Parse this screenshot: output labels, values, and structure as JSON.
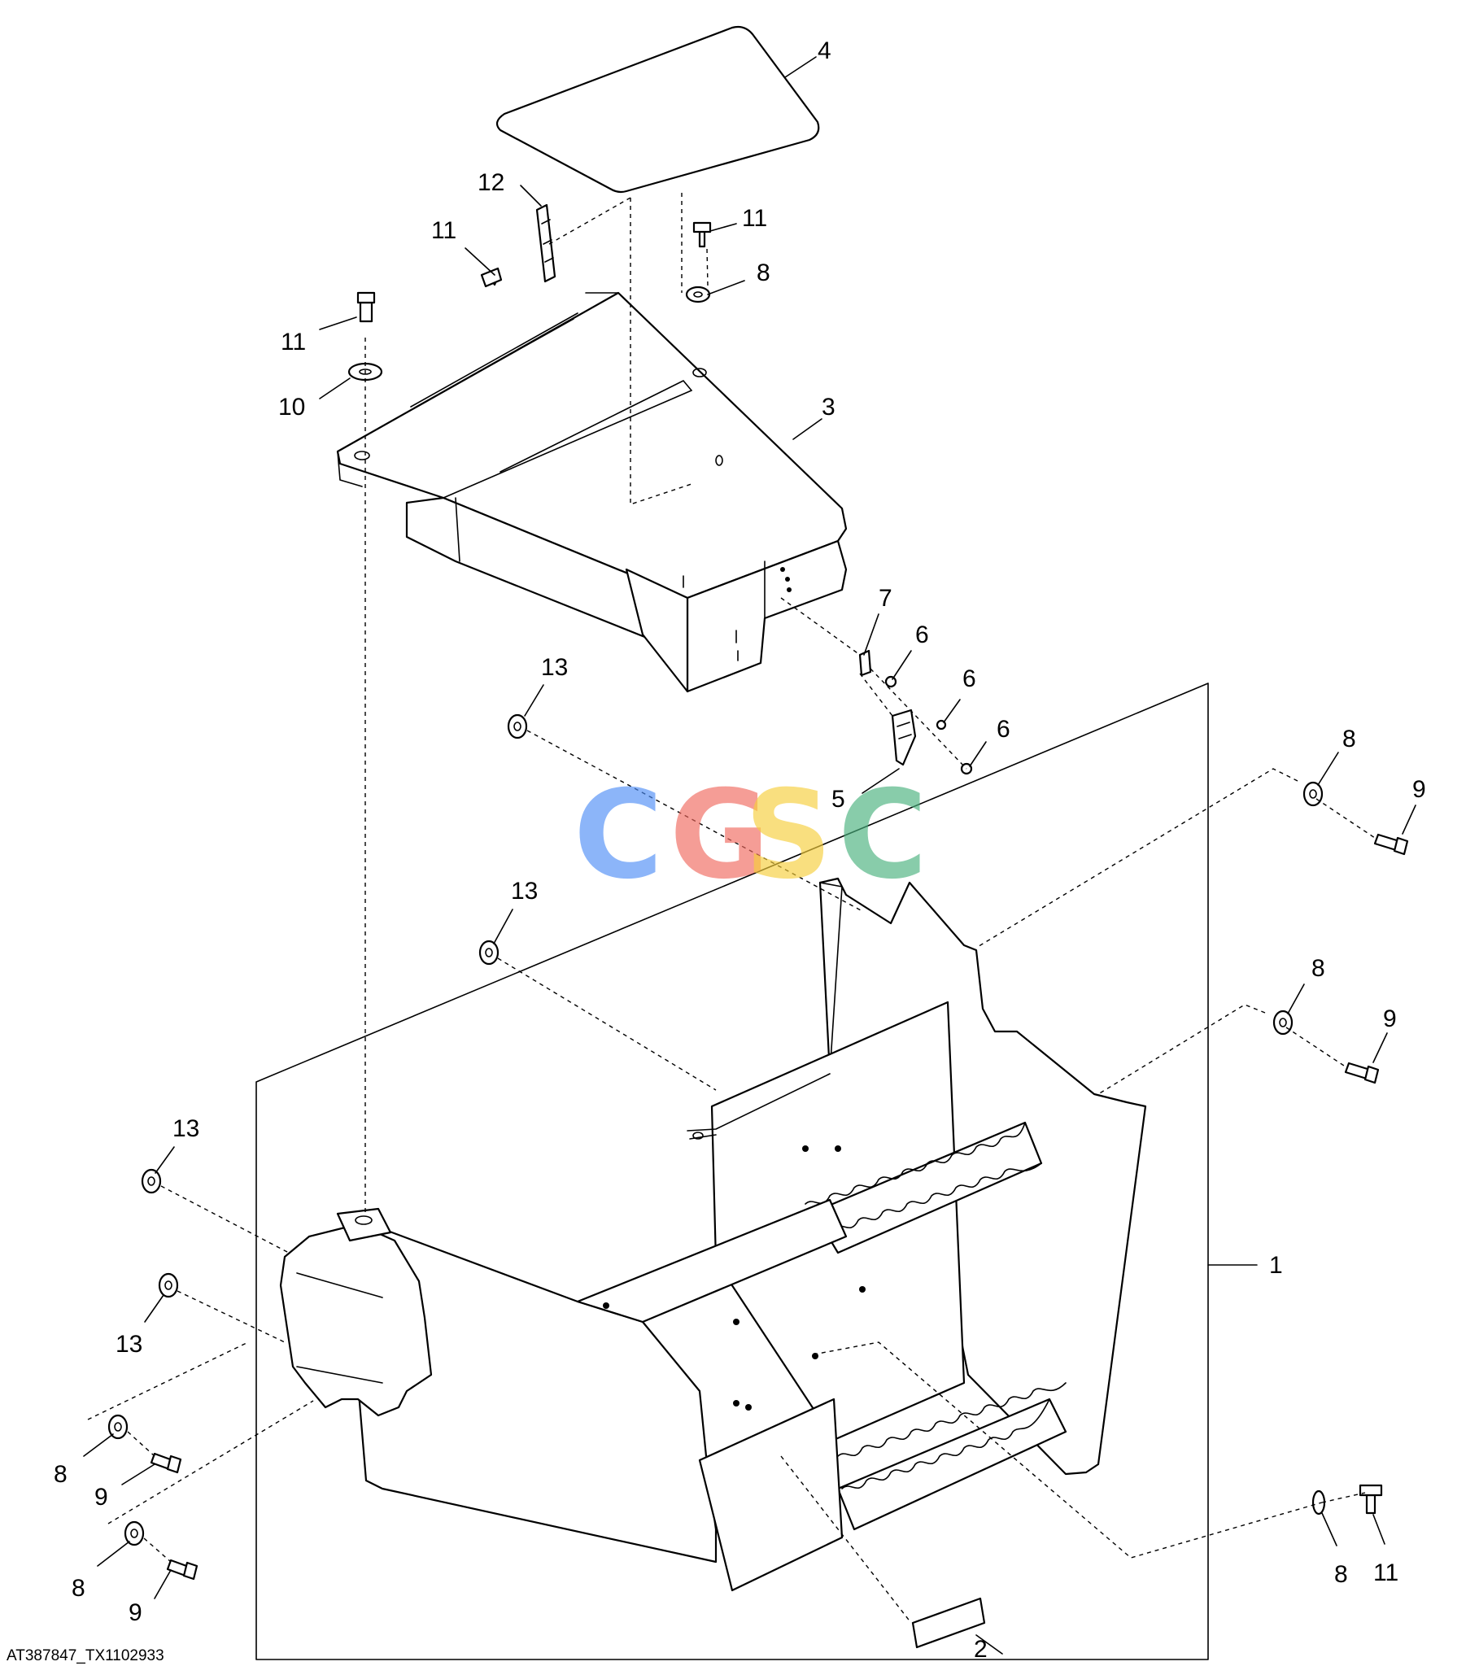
{
  "figure_id": "AT387847_TX1102933",
  "watermark": {
    "letters": [
      "C",
      "G",
      "S",
      "C"
    ],
    "colors": [
      "#4f8ff7",
      "#f0695f",
      "#f7cf3b",
      "#49b27e"
    ]
  },
  "callouts": {
    "c1": "1",
    "c2": "2",
    "c3": "3",
    "c4": "4",
    "c5": "5",
    "c6a": "6",
    "c6b": "6",
    "c6c": "6",
    "c7": "7",
    "c8a": "8",
    "c8b": "8",
    "c8c": "8",
    "c8d": "8",
    "c8e": "8",
    "c8f": "8",
    "c9a": "9",
    "c9b": "9",
    "c9c": "9",
    "c9d": "9",
    "c10": "10",
    "c11a": "11",
    "c11b": "11",
    "c11c": "11",
    "c11d": "11",
    "c12": "12",
    "c13a": "13",
    "c13b": "13",
    "c13c": "13",
    "c13d": "13"
  }
}
